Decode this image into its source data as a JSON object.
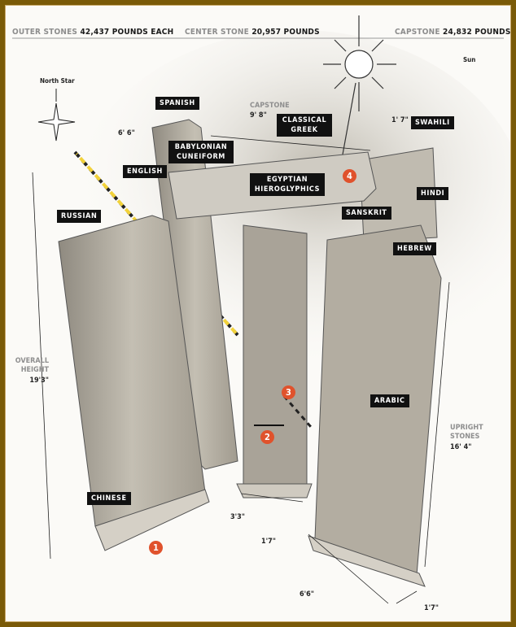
{
  "header": {
    "outer_key": "OUTER STONES",
    "outer_val": "42,437 POUNDS EACH",
    "center_key": "CENTER STONE",
    "center_val": "20,957 POUNDS",
    "cap_key": "CAPSTONE",
    "cap_val": "24,832 POUNDS"
  },
  "sky": {
    "north_star": "North Star",
    "sun": "Sun"
  },
  "languages": {
    "spanish": "SPANISH",
    "babylonian": "BABYLONIAN CUNEIFORM",
    "english": "ENGLISH",
    "greek": "CLASSICAL GREEK",
    "swahili": "SWAHILI",
    "egyptian": "EGYPTIAN HIEROGLYPHICS",
    "hindi": "HINDI",
    "sanskrit": "SANSKRIT",
    "russian": "RUSSIAN",
    "hebrew": "HEBREW",
    "arabic": "ARABIC",
    "chinese": "CHINESE"
  },
  "dimensions": {
    "cap_height": "6' 6\"",
    "capstone_label": "CAPSTONE",
    "capstone_len": "9' 8\"",
    "cap_thick": "1' 7\"",
    "overall_label": "OVERALL HEIGHT",
    "overall_val": "19'3\"",
    "upright_label": "UPRIGHT STONES",
    "upright_val": "16' 4\"",
    "center_width": "3'3\"",
    "center_depth": "1'7\"",
    "outer_width": "6'6\"",
    "outer_depth": "1'7\""
  },
  "markers": [
    "1",
    "2",
    "3",
    "4"
  ],
  "colors": {
    "frame": "#7a5a08",
    "marker": "#e0522c",
    "label_bg": "#111111",
    "stone": "#b9b4a8"
  }
}
